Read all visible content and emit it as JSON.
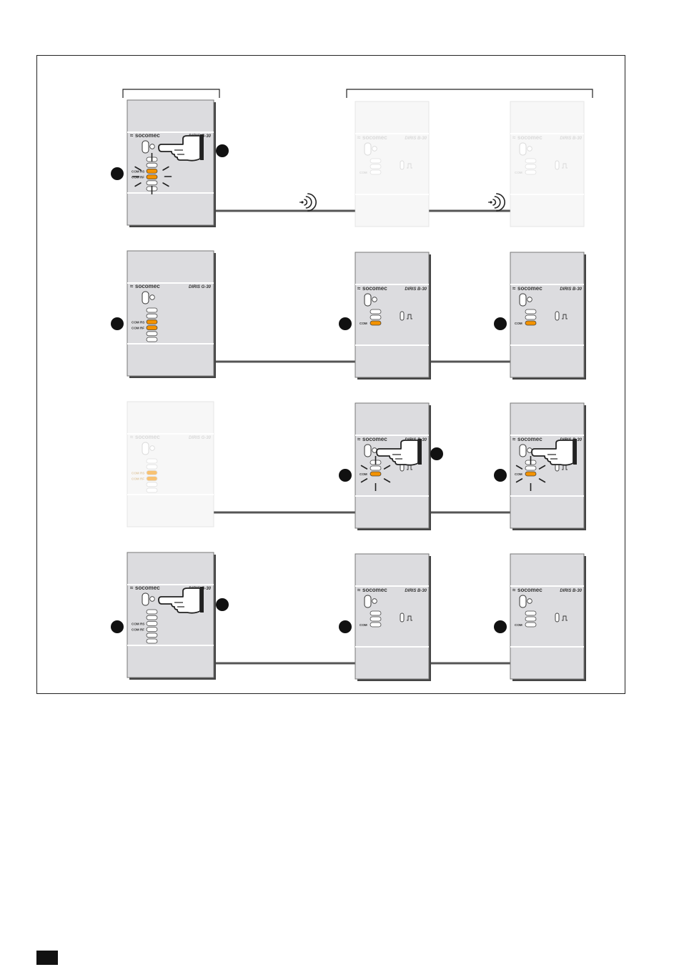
{
  "brand": "socomec",
  "models": {
    "gateway": "DIRIS G-30",
    "module": "DIRIS B-30"
  },
  "led_labels": {
    "com_rs": "COM RS",
    "com_rf": "COM RF",
    "com": "COM"
  },
  "colors": {
    "device_body": "#dcdcdf",
    "device_faded": "#f1f1f1",
    "led_active": "#f39200",
    "outline": "#222222",
    "link_line": "#555555"
  },
  "icons": {
    "press": "hand-pointer-icon",
    "radio": "radio-waves-icon",
    "pulse": "pulse-icon",
    "blink": "blink-rays-icon",
    "step": "step-marker-icon"
  },
  "steps": [
    {
      "gateway": {
        "faded": false,
        "press": true,
        "blink": true,
        "orange_rs": true,
        "orange_rf": true
      },
      "modules": [
        {
          "faded": true,
          "press": false,
          "blink": false,
          "orange": false
        },
        {
          "faded": true,
          "press": false,
          "blink": false,
          "orange": false
        }
      ],
      "link_radio": true
    },
    {
      "gateway": {
        "faded": false,
        "press": false,
        "blink": false,
        "orange_rs": true,
        "orange_rf": true
      },
      "modules": [
        {
          "faded": false,
          "press": false,
          "blink": false,
          "orange": true
        },
        {
          "faded": false,
          "press": false,
          "blink": false,
          "orange": true
        }
      ],
      "link_radio": false
    },
    {
      "gateway": {
        "faded": true,
        "press": false,
        "blink": false,
        "orange_rs": true,
        "orange_rf": true
      },
      "modules": [
        {
          "faded": false,
          "press": true,
          "blink": true,
          "orange": true
        },
        {
          "faded": false,
          "press": true,
          "blink": true,
          "orange": true
        }
      ],
      "link_radio": false
    },
    {
      "gateway": {
        "faded": false,
        "press": true,
        "blink": false,
        "orange_rs": false,
        "orange_rf": false
      },
      "modules": [
        {
          "faded": false,
          "press": false,
          "blink": false,
          "orange": false
        },
        {
          "faded": false,
          "press": false,
          "blink": false,
          "orange": false
        }
      ],
      "link_radio": false
    }
  ]
}
